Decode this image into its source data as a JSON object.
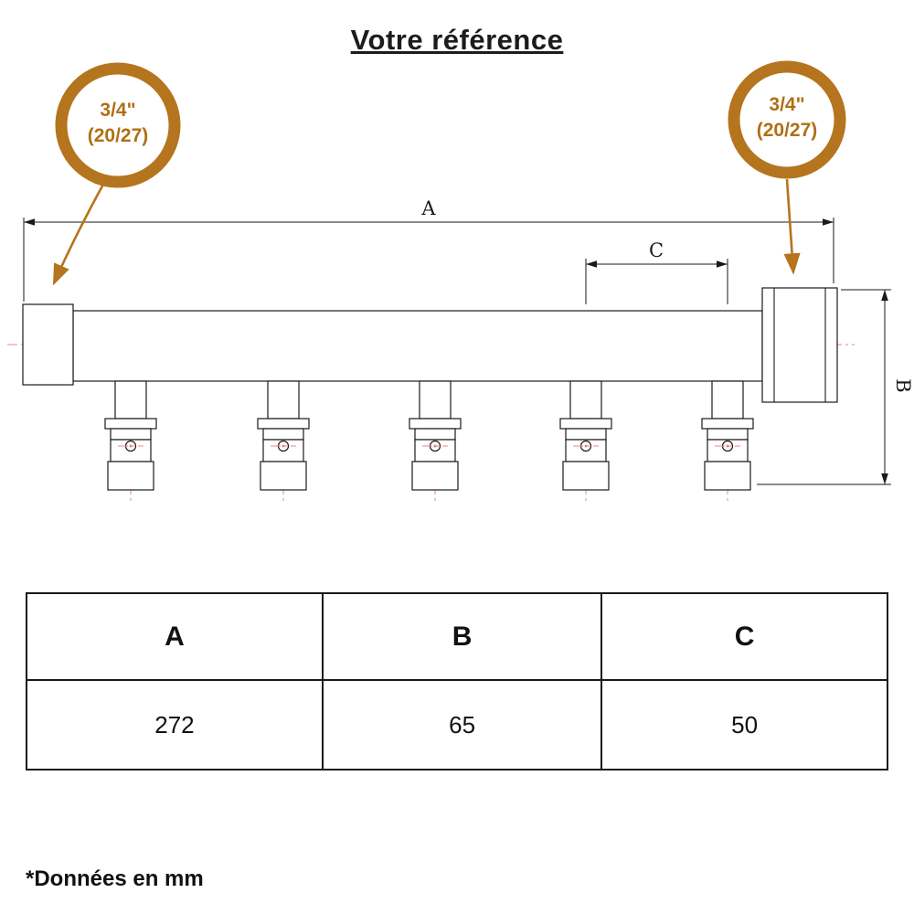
{
  "title": "Votre référence",
  "badges": {
    "left": {
      "line1": "3/4\"",
      "line2": "(20/27)"
    },
    "right": {
      "line1": "3/4\"",
      "line2": "(20/27)"
    }
  },
  "dimensions": {
    "a_label": "A",
    "b_label": "B",
    "c_label": "C"
  },
  "diagram": {
    "outlet_count": 5
  },
  "table": {
    "headers": [
      "A",
      "B",
      "C"
    ],
    "values": [
      "272",
      "65",
      "50"
    ]
  },
  "footnote": "*Données en mm",
  "colors": {
    "accent_orange": "#B5741E",
    "centerline_red": "#EF8484",
    "line_black": "#1A1A1A"
  }
}
